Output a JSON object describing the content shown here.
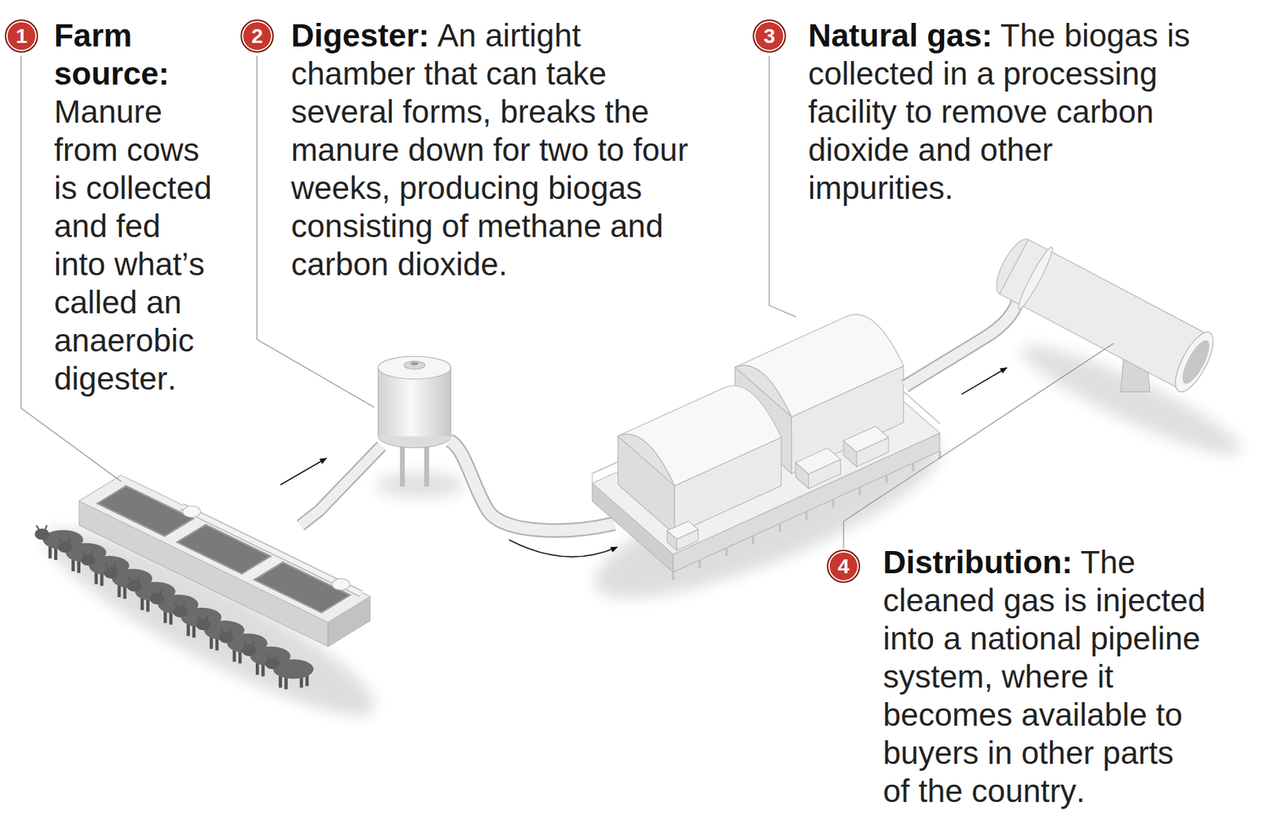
{
  "diagram": {
    "labels": [
      "1",
      "Farm source:",
      "Manure from cows is collected and fed into what’s called an anaerobic digester.",
      "2",
      "Digester:",
      "An airtight chamber that can take several forms, breaks the manure down for two to four weeks, producing biogas consisting of methane and carbon dioxide.",
      "3",
      "Natural gas:",
      "The biogas is collected in a processing facility to remove carbon dioxide and other impurities.",
      "4",
      "Distribution:",
      "The cleaned gas is injected into a national pipeline system, where it becomes available to buyers in other parts of the country."
    ]
  }
}
